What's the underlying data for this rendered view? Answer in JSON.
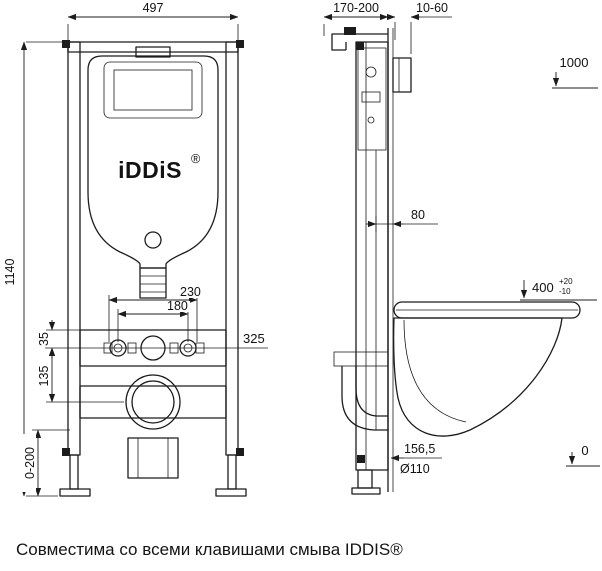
{
  "brand": {
    "logo": "iDDiS",
    "reg": "®"
  },
  "caption": "Совместима со всеми клавишами смыва IDDIS®",
  "dims": {
    "front_width": "497",
    "frame_depth": "170-200",
    "wall_thickness": "10-60",
    "button_height": "1000",
    "frame_height": "1140",
    "pipe_gap": "80",
    "fastener_outer": "230",
    "fastener_inner": "180",
    "rail_offset": "35",
    "outlet_height": "325",
    "outlet_offset": "135",
    "legs_range": "0-200",
    "bowl_height": "400",
    "bowl_height_plus": "+20",
    "bowl_height_minus": "-10",
    "outlet_depth": "156,5",
    "pipe_diameter": "Ø110",
    "floor_level": "0"
  }
}
